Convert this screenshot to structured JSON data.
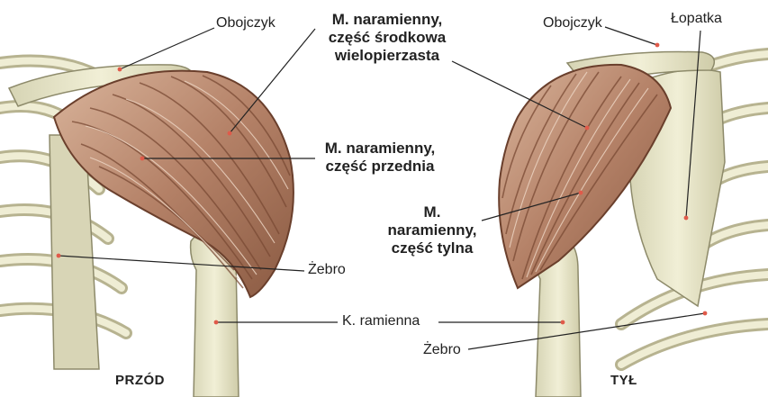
{
  "front": {
    "caption": "PRZÓD",
    "labels": {
      "clavicle": "Obojczyk",
      "deltoid_middle": [
        "M. naramienny,",
        "część środkowa",
        "wielopierzasta"
      ],
      "deltoid_anterior": [
        "M. naramienny,",
        "część przednia"
      ],
      "rib": "Żebro",
      "humerus": "K. ramienna"
    }
  },
  "back": {
    "caption": "TYŁ",
    "labels": {
      "clavicle": "Obojczyk",
      "scapula": "Łopatka",
      "deltoid_posterior": [
        "M.",
        "naramienny,",
        "część tylna"
      ],
      "rib": "Żebro"
    }
  },
  "colors": {
    "bone": "#e8e6c8",
    "bone_outline": "#8d8a6a",
    "muscle": "#b8876a",
    "muscle_dark": "#7a4a34",
    "muscle_light": "#e3c4ad",
    "leader_line": "#222222",
    "label_dot": "#e05a4a"
  }
}
